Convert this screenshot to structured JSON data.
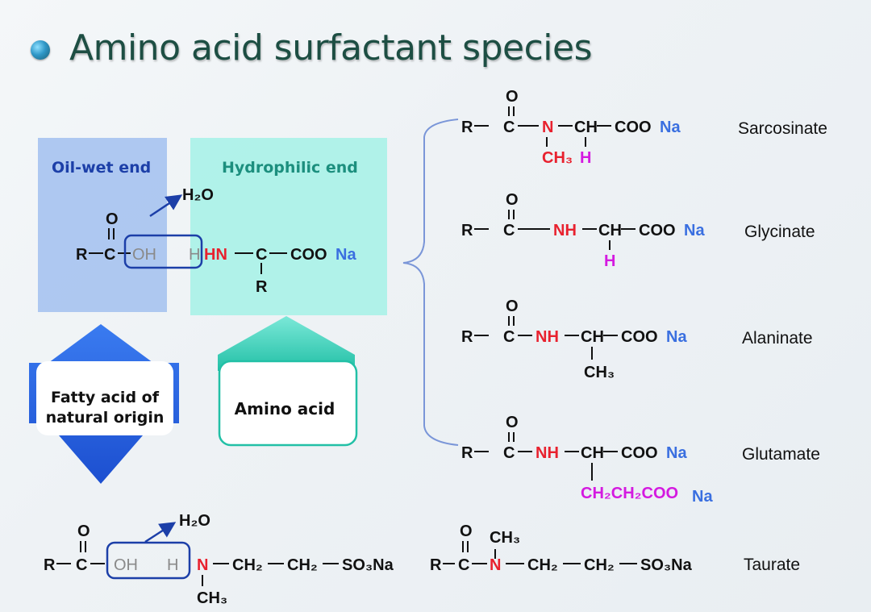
{
  "title": "Amino acid surfactant species",
  "colors": {
    "title": "#1d4e43",
    "black": "#111111",
    "red": "#e8212e",
    "blue": "#3a6fe0",
    "magenta": "#d41ae0",
    "gray": "#8a8a8a",
    "dark_blue": "#1c3fa8",
    "oil_box": "#a6c3f0",
    "hydro_box": "#a8f2e8",
    "teal": "#22c0a6"
  },
  "main_diagram": {
    "oil_label": "Oil-wet end",
    "hydro_label": "Hydrophilic end",
    "water": "H₂O",
    "fatty_acid_label": "Fatty acid of\nnatural origin",
    "amino_acid_label": "Amino acid",
    "atoms": {
      "R": "R",
      "C": "C",
      "O": "O",
      "OH": "OH",
      "H": "H",
      "HN": "HN",
      "COO": "COO",
      "Na": "Na"
    }
  },
  "species": [
    {
      "name": "Sarcosinate",
      "n_group": "N",
      "alpha": "CH",
      "tail": "COO",
      "Na": "Na",
      "sub1": "CH₃",
      "sub2": "H"
    },
    {
      "name": "Glycinate",
      "n_group": "NH",
      "alpha": "CH",
      "tail": "COO",
      "Na": "Na",
      "sub1": "H"
    },
    {
      "name": "Alaninate",
      "n_group": "NH",
      "alpha": "CH",
      "tail": "COO",
      "Na": "Na",
      "sub1": "CH₃"
    },
    {
      "name": "Glutamate",
      "n_group": "NH",
      "alpha": "CH",
      "tail": "COO",
      "Na": "Na",
      "sub1": "CH₂CH₂COO",
      "sub1_na": "Na"
    }
  ],
  "taurate": {
    "name": "Taurate",
    "reaction": {
      "OH": "OH",
      "H": "H",
      "N": "N",
      "chain1": "CH₂",
      "chain2": "CH₂",
      "so3na": "SO₃Na",
      "methyl": "CH₃",
      "water": "H₂O"
    },
    "product": {
      "N": "N",
      "chain1": "CH₂",
      "chain2": "CH₂",
      "so3na": "SO₃Na",
      "methyl": "CH₃"
    }
  }
}
